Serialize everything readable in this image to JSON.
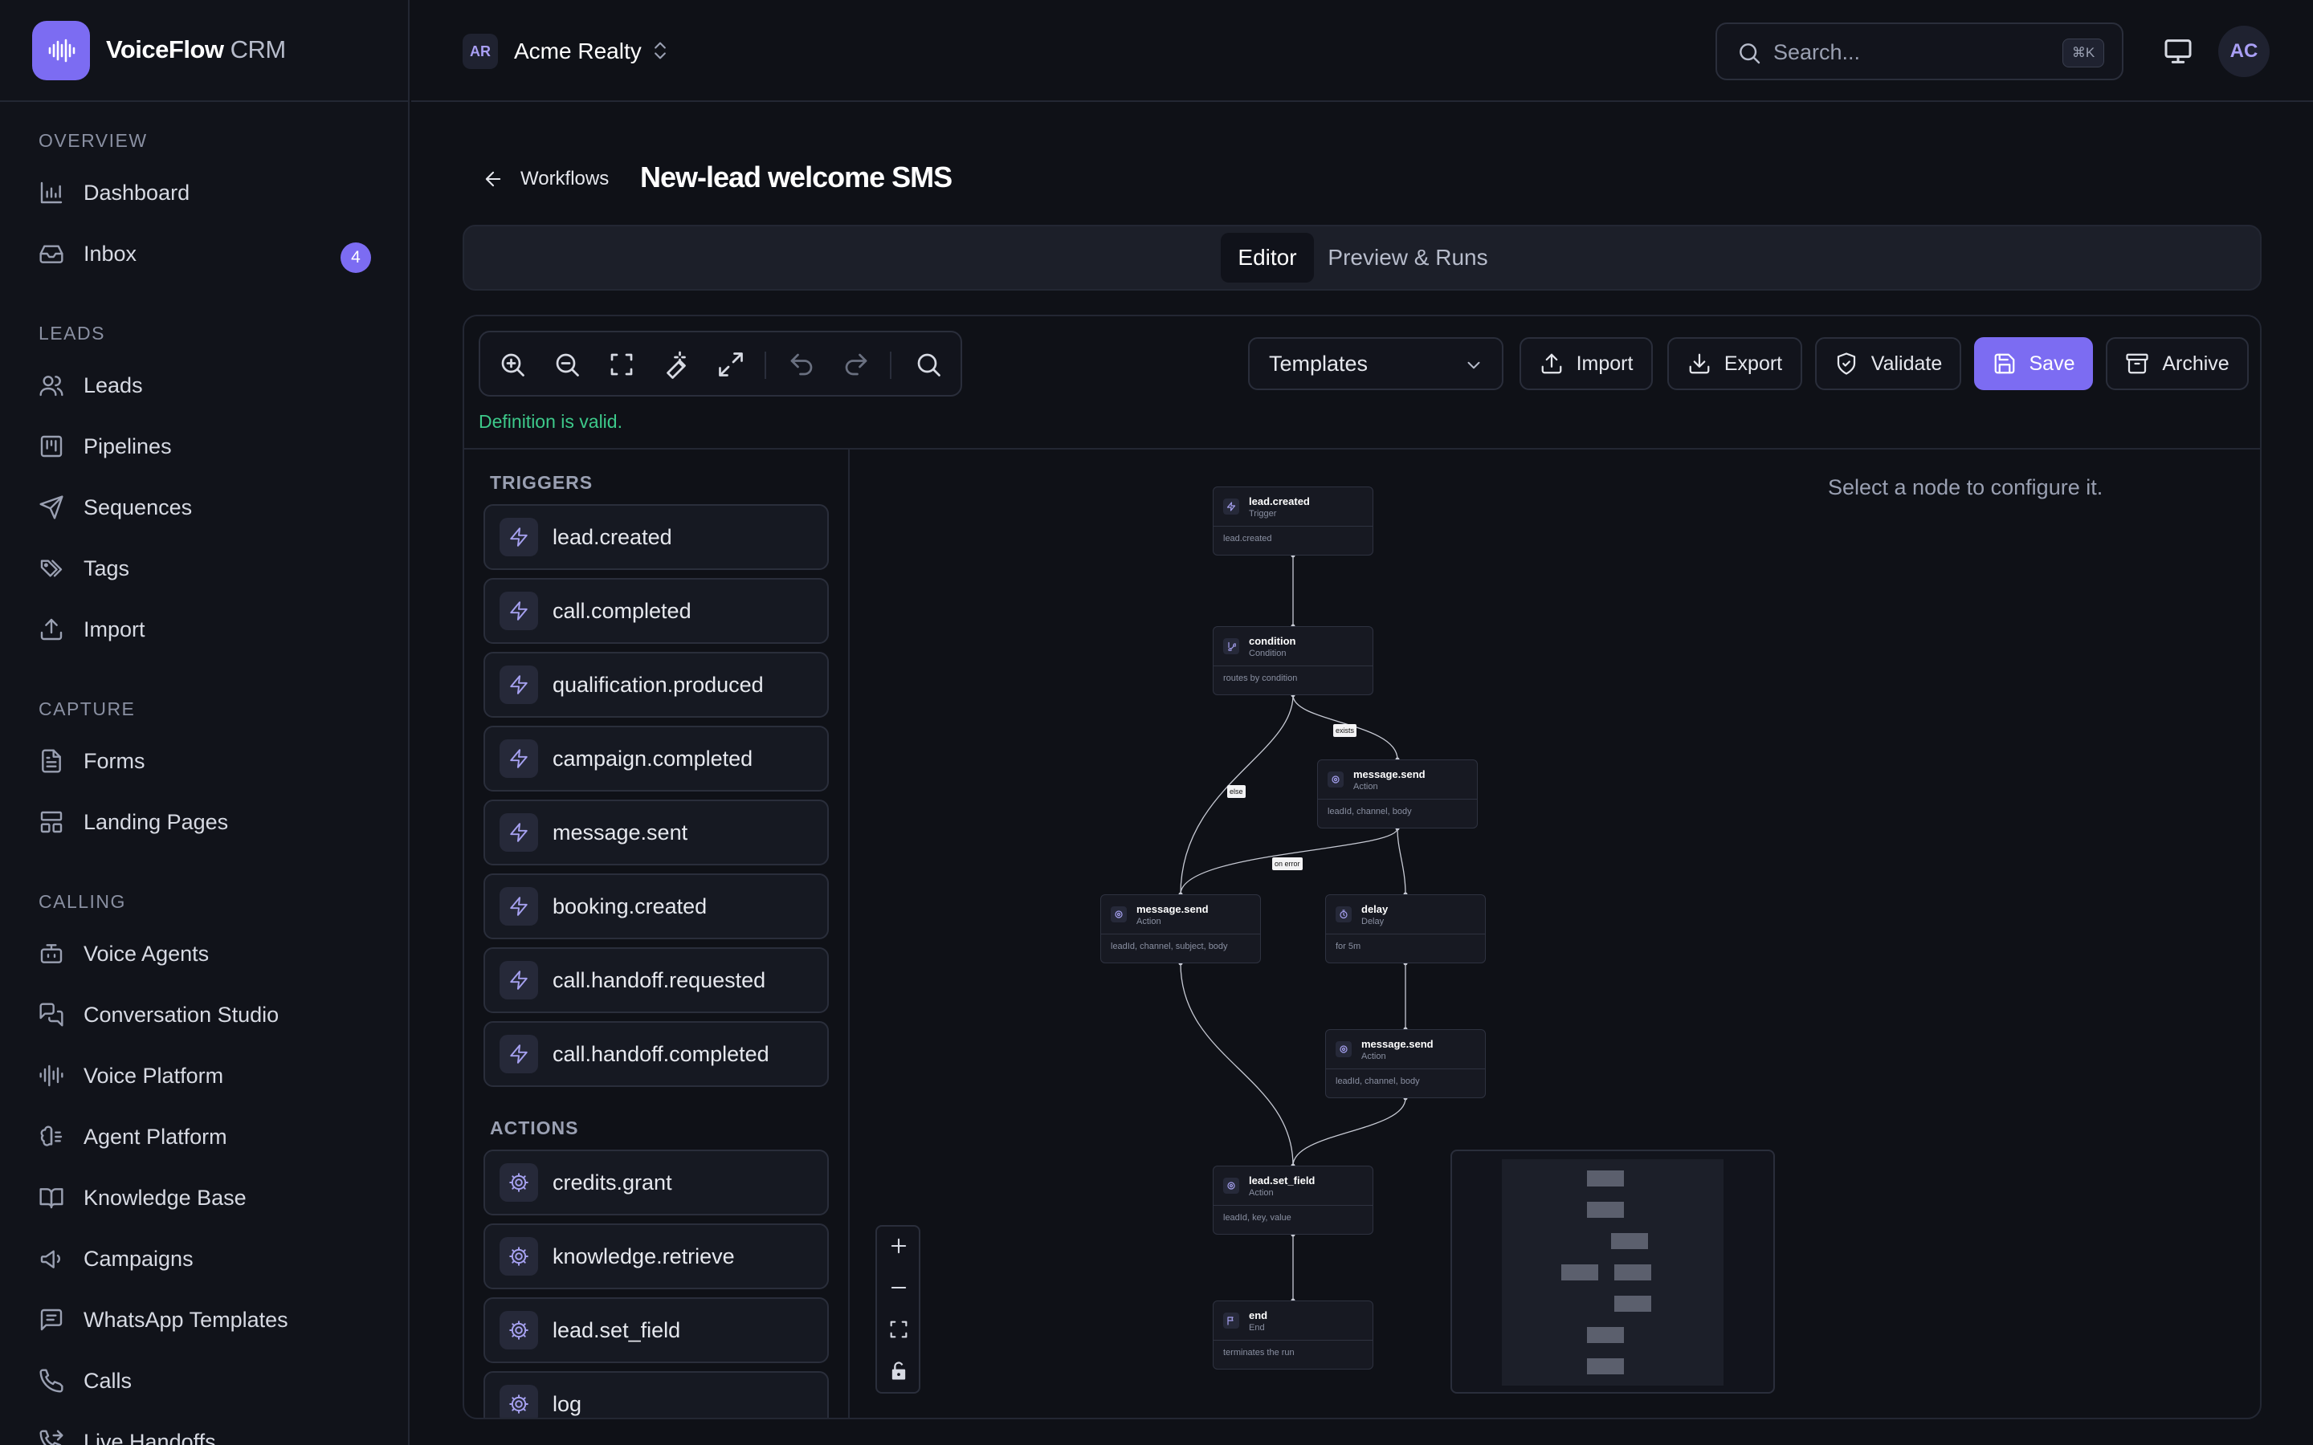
{
  "brand": {
    "name": "VoiceFlow",
    "suffix": " CRM"
  },
  "workspace": {
    "initials": "AR",
    "name": "Acme Realty"
  },
  "search": {
    "placeholder": "Search...",
    "shortcut": "⌘K"
  },
  "user": {
    "initials": "AC"
  },
  "sidebar": {
    "overview": "OVERVIEW",
    "leads_group": "LEADS",
    "capture": "CAPTURE",
    "calling": "CALLING",
    "items": {
      "dashboard": "Dashboard",
      "inbox": "Inbox",
      "inbox_badge": "4",
      "leads": "Leads",
      "pipelines": "Pipelines",
      "sequences": "Sequences",
      "tags": "Tags",
      "import": "Import",
      "forms": "Forms",
      "landing_pages": "Landing Pages",
      "voice_agents": "Voice Agents",
      "conversation_studio": "Conversation Studio",
      "voice_platform": "Voice Platform",
      "agent_platform": "Agent Platform",
      "knowledge_base": "Knowledge Base",
      "campaigns": "Campaigns",
      "whatsapp_templates": "WhatsApp Templates",
      "calls": "Calls",
      "live_handoffs": "Live Handoffs"
    }
  },
  "header": {
    "back_label": "Workflows",
    "title": "New-lead welcome SMS"
  },
  "tabs": {
    "editor": "Editor",
    "preview": "Preview & Runs"
  },
  "toolbar": {
    "status": "Definition is valid.",
    "templates": "Templates",
    "import": "Import",
    "export": "Export",
    "validate": "Validate",
    "save": "Save",
    "archive": "Archive"
  },
  "palette": {
    "triggers_label": "TRIGGERS",
    "triggers": [
      "lead.created",
      "call.completed",
      "qualification.produced",
      "campaign.completed",
      "message.sent",
      "booking.created",
      "call.handoff.requested",
      "call.handoff.completed"
    ],
    "actions_label": "ACTIONS",
    "actions": [
      "credits.grant",
      "knowledge.retrieve",
      "lead.set_field",
      "log"
    ]
  },
  "nodes": {
    "n1": {
      "title": "lead.created",
      "type": "Trigger",
      "desc": "lead.created"
    },
    "n2": {
      "title": "condition",
      "type": "Condition",
      "desc": "routes by condition"
    },
    "n3": {
      "title": "message.send",
      "type": "Action",
      "desc": "leadId, channel, body"
    },
    "n4": {
      "title": "message.send",
      "type": "Action",
      "desc": "leadId, channel, subject, body"
    },
    "n5": {
      "title": "delay",
      "type": "Delay",
      "desc": "for 5m"
    },
    "n6": {
      "title": "message.send",
      "type": "Action",
      "desc": "leadId, channel, body"
    },
    "n7": {
      "title": "lead.set_field",
      "type": "Action",
      "desc": "leadId, key, value"
    },
    "n8": {
      "title": "end",
      "type": "End",
      "desc": "terminates the run"
    }
  },
  "edge_labels": {
    "exists": "exists",
    "else": "else",
    "on_error": "on error"
  },
  "inspector": {
    "hint": "Select a node to configure it."
  },
  "colors": {
    "accent": "#7c6cf2",
    "valid": "#3dc98a",
    "background": "#0f1117"
  }
}
